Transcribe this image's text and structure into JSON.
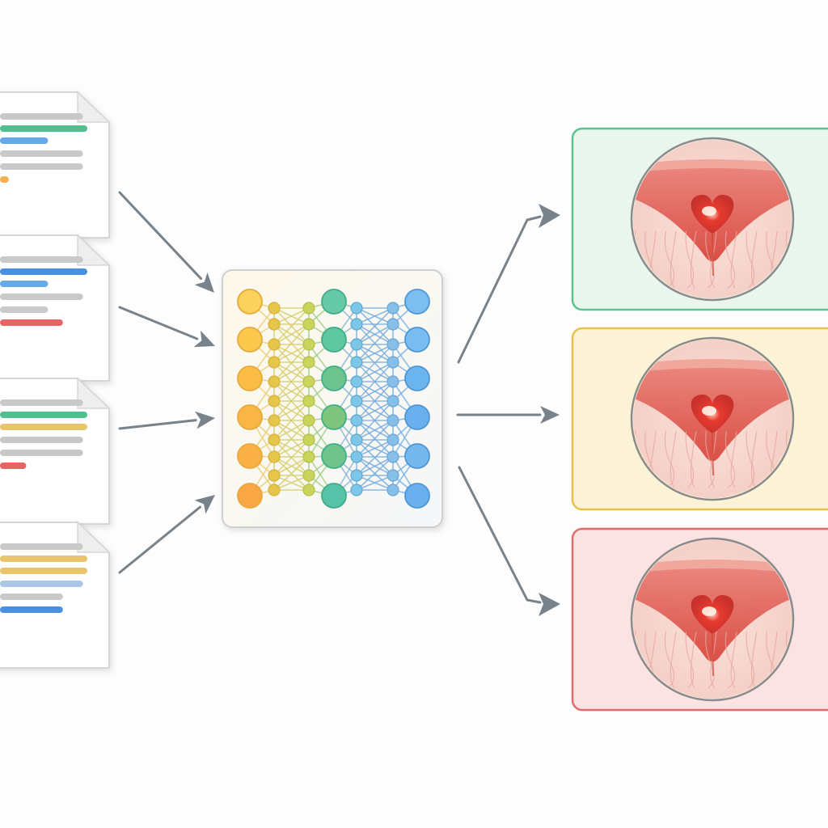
{
  "documents": [
    {
      "id": "doc-1",
      "lines": [
        {
          "color": "#c9c9c9",
          "fill": 0.95
        },
        {
          "color": "#4fbf8f",
          "fill": 1.0
        },
        {
          "color": "#66a9e8",
          "fill": 0.55
        },
        {
          "color": "#c9c9c9",
          "fill": 0.95
        },
        {
          "color": "#c9c9c9",
          "fill": 0.95
        },
        {
          "color": "#f4b04e",
          "fill": 0.1
        }
      ]
    },
    {
      "id": "doc-2",
      "lines": [
        {
          "color": "#c9c9c9",
          "fill": 0.95
        },
        {
          "color": "#4a90e2",
          "fill": 1.0
        },
        {
          "color": "#66a9e8",
          "fill": 0.55
        },
        {
          "color": "#c9c9c9",
          "fill": 0.95
        },
        {
          "color": "#c9c9c9",
          "fill": 0.55
        },
        {
          "color": "#e76464",
          "fill": 0.72
        }
      ]
    },
    {
      "id": "doc-3",
      "lines": [
        {
          "color": "#c9c9c9",
          "fill": 0.95
        },
        {
          "color": "#4fbf8f",
          "fill": 1.0
        },
        {
          "color": "#e8c46a",
          "fill": 1.0
        },
        {
          "color": "#c9c9c9",
          "fill": 0.95
        },
        {
          "color": "#c9c9c9",
          "fill": 0.95
        },
        {
          "color": "#e76464",
          "fill": 0.3
        }
      ]
    },
    {
      "id": "doc-4",
      "lines": [
        {
          "color": "#c9c9c9",
          "fill": 0.95
        },
        {
          "color": "#e8c46a",
          "fill": 1.0
        },
        {
          "color": "#e8c46a",
          "fill": 1.0
        },
        {
          "color": "#a9c7e4",
          "fill": 0.95
        },
        {
          "color": "#c9c9c9",
          "fill": 0.72
        },
        {
          "color": "#4a90e2",
          "fill": 0.72
        }
      ]
    }
  ],
  "network": {
    "column_colors": [
      "#f7c948",
      "#e8c85a",
      "#9ccc65",
      "#56c7a8",
      "#7ec3e6",
      "#6ab0ee"
    ],
    "rows": 6
  },
  "outputs": [
    {
      "id": "output-1",
      "border": "#5cc28e",
      "tint": "#e8f6ee"
    },
    {
      "id": "output-2",
      "border": "#e6c24c",
      "tint": "#fcf3d6"
    },
    {
      "id": "output-3",
      "border": "#e06c6c",
      "tint": "#fce3e3"
    }
  ],
  "arrow_color": "#78828a"
}
